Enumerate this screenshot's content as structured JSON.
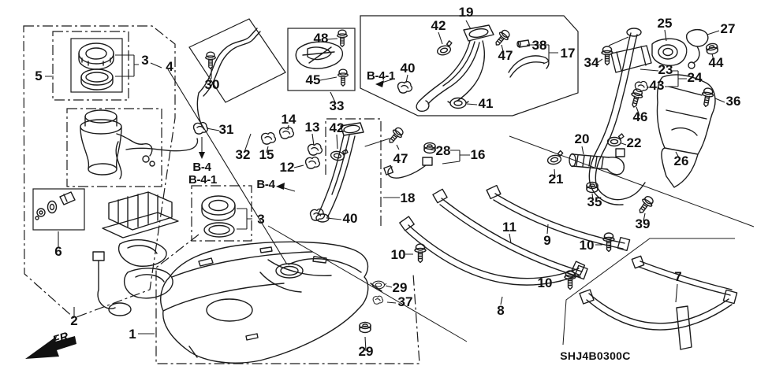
{
  "diagram": {
    "type": "exploded-parts-diagram",
    "subject": "Fuel Tank",
    "drawing_code": "SHJ4B0300C",
    "fr_indicator": "FR.",
    "line_color": "#1c1c1c",
    "background": "#ffffff",
    "ref_links": [
      "B-4",
      "B-4-1"
    ],
    "parts_index": [
      1,
      2,
      3,
      4,
      5,
      6,
      7,
      8,
      9,
      10,
      11,
      12,
      13,
      14,
      15,
      16,
      17,
      18,
      19,
      20,
      21,
      22,
      23,
      24,
      25,
      26,
      27,
      28,
      29,
      30,
      31,
      32,
      33,
      34,
      35,
      36,
      37,
      38,
      39,
      40,
      41,
      42,
      43,
      44,
      45,
      46,
      47,
      48
    ],
    "callouts": [
      {
        "text": "5"
      },
      {
        "text": "3"
      },
      {
        "text": "4"
      },
      {
        "text": "30"
      },
      {
        "text": "31"
      },
      {
        "text": "32"
      },
      {
        "text": "B-4"
      },
      {
        "text": "B-4-1"
      },
      {
        "text": "48"
      },
      {
        "text": "45"
      },
      {
        "text": "33"
      },
      {
        "text": "19"
      },
      {
        "text": "42"
      },
      {
        "text": "47"
      },
      {
        "text": "38"
      },
      {
        "text": "17"
      },
      {
        "text": "B-4-1"
      },
      {
        "text": "40"
      },
      {
        "text": "41"
      },
      {
        "text": "34"
      },
      {
        "text": "25"
      },
      {
        "text": "27"
      },
      {
        "text": "44"
      },
      {
        "text": "23"
      },
      {
        "text": "24"
      },
      {
        "text": "43"
      },
      {
        "text": "46"
      },
      {
        "text": "36"
      },
      {
        "text": "26"
      },
      {
        "text": "20"
      },
      {
        "text": "22"
      },
      {
        "text": "21"
      },
      {
        "text": "35"
      },
      {
        "text": "39"
      },
      {
        "text": "14"
      },
      {
        "text": "13"
      },
      {
        "text": "42"
      },
      {
        "text": "15"
      },
      {
        "text": "12"
      },
      {
        "text": "B-4"
      },
      {
        "text": "3"
      },
      {
        "text": "47"
      },
      {
        "text": "28"
      },
      {
        "text": "16"
      },
      {
        "text": "18"
      },
      {
        "text": "40"
      },
      {
        "text": "10"
      },
      {
        "text": "29"
      },
      {
        "text": "37"
      },
      {
        "text": "29"
      },
      {
        "text": "11"
      },
      {
        "text": "9"
      },
      {
        "text": "10"
      },
      {
        "text": "10"
      },
      {
        "text": "8"
      },
      {
        "text": "7"
      },
      {
        "text": "6"
      },
      {
        "text": "2"
      },
      {
        "text": "1"
      }
    ]
  }
}
